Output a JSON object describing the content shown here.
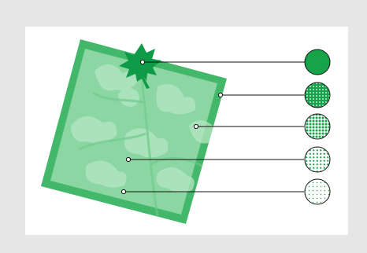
{
  "colors": {
    "background": "#e6e6e6",
    "panel": "#ffffff",
    "tile_border": "#44b86a",
    "tile_fill": "#8bd6a2",
    "leaf_pattern": "#b5e6c3",
    "maple_leaf": "#0e9a46",
    "callout_line": "#111111",
    "swatch_green": "#17a34a"
  },
  "diagram": {
    "subject": "leaf-pattern-square-tile",
    "icons": [
      "maple-leaf-icon",
      "leaf-pattern-icon"
    ],
    "swatches": [
      {
        "name": "swatch-solid",
        "pattern": "solid",
        "density": 1.0
      },
      {
        "name": "swatch-dense-dots",
        "pattern": "dots",
        "density": 0.8
      },
      {
        "name": "swatch-medium-dots",
        "pattern": "dots",
        "density": 0.6
      },
      {
        "name": "swatch-light-dots",
        "pattern": "dots",
        "density": 0.4
      },
      {
        "name": "swatch-sparse-dots",
        "pattern": "dots",
        "density": 0.2
      }
    ]
  }
}
